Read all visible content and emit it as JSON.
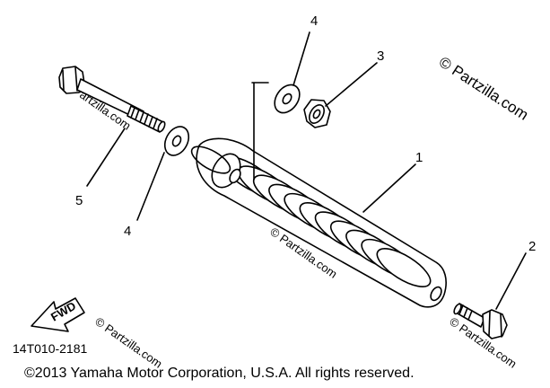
{
  "watermark": "© Partzilla.com",
  "callouts": {
    "p1": "1",
    "p2": "2",
    "p3": "3",
    "p4_top": "4",
    "p4_left": "4",
    "p5": "5"
  },
  "fwd_label": "FWD",
  "part_code": "14T010-2181",
  "copyright": "©2013  Yamaha Motor Corporation, U.S.A. All rights reserved."
}
